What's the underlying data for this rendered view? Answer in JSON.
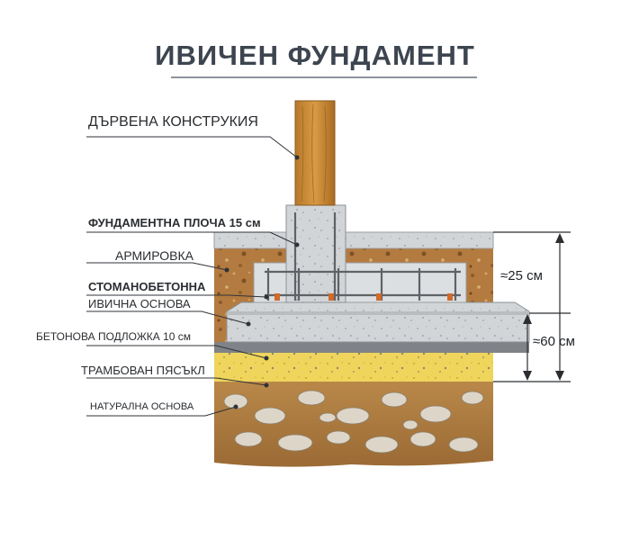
{
  "title": "ИВИЧЕН ФУНДАМЕНТ",
  "labels": {
    "wood_structure": "ДЪРВЕНА КОНСТРУКИЯ",
    "foundation_slab": "ФУНДАМЕНТНА ПЛОЧА 15 см",
    "reinforcement": "АРМИРОВКА",
    "rc_strip_line1": "СТОМАНОБЕТОННА",
    "rc_strip_line2": "ИВИЧНА ОСНОВА",
    "concrete_base": "БЕТОНОВА ПОДЛОЖКА 10 см",
    "compacted_sand": "ТРАМБОВАН ПЯСЪКЛ",
    "natural_ground": "НАТУРАЛНА ОСНОВА"
  },
  "dimensions": {
    "upper": "≈25 см",
    "total": "≈60 см"
  },
  "colors": {
    "title": "#3d4550",
    "wood": "#c8892e",
    "concrete": "#cfd2d4",
    "sand": "#ecd25a",
    "soil": "#b07a3e",
    "rebar": "#6b6e72",
    "spacer": "#d06a2a"
  }
}
